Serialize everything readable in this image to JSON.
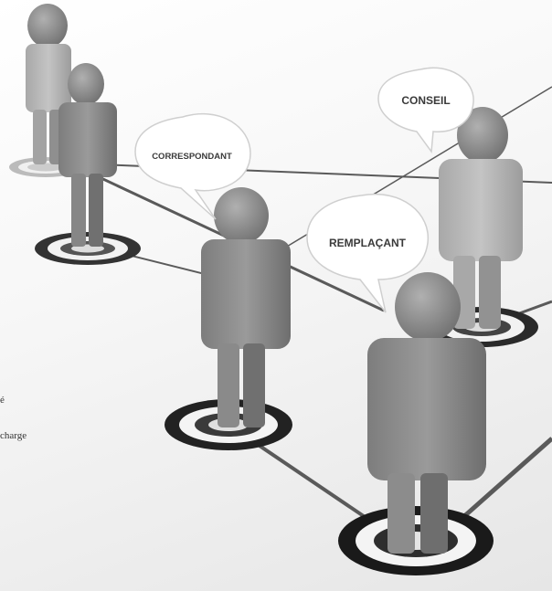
{
  "bubbles": {
    "correspondant": "CORRESPONDANT",
    "conseil": "CONSEIL",
    "remplacant": "REMPLAÇANT"
  },
  "fragments": {
    "line1": "é",
    "line2": "charge"
  },
  "colors": {
    "figure_front": "#8f8f8f",
    "figure_side": "#6a6a6a",
    "figure_head": "#9b9b9b",
    "figure_light": "#b9b9b9",
    "ring_dark": "#222222",
    "network_line": "#555555",
    "bubble_fill": "#ffffff"
  }
}
